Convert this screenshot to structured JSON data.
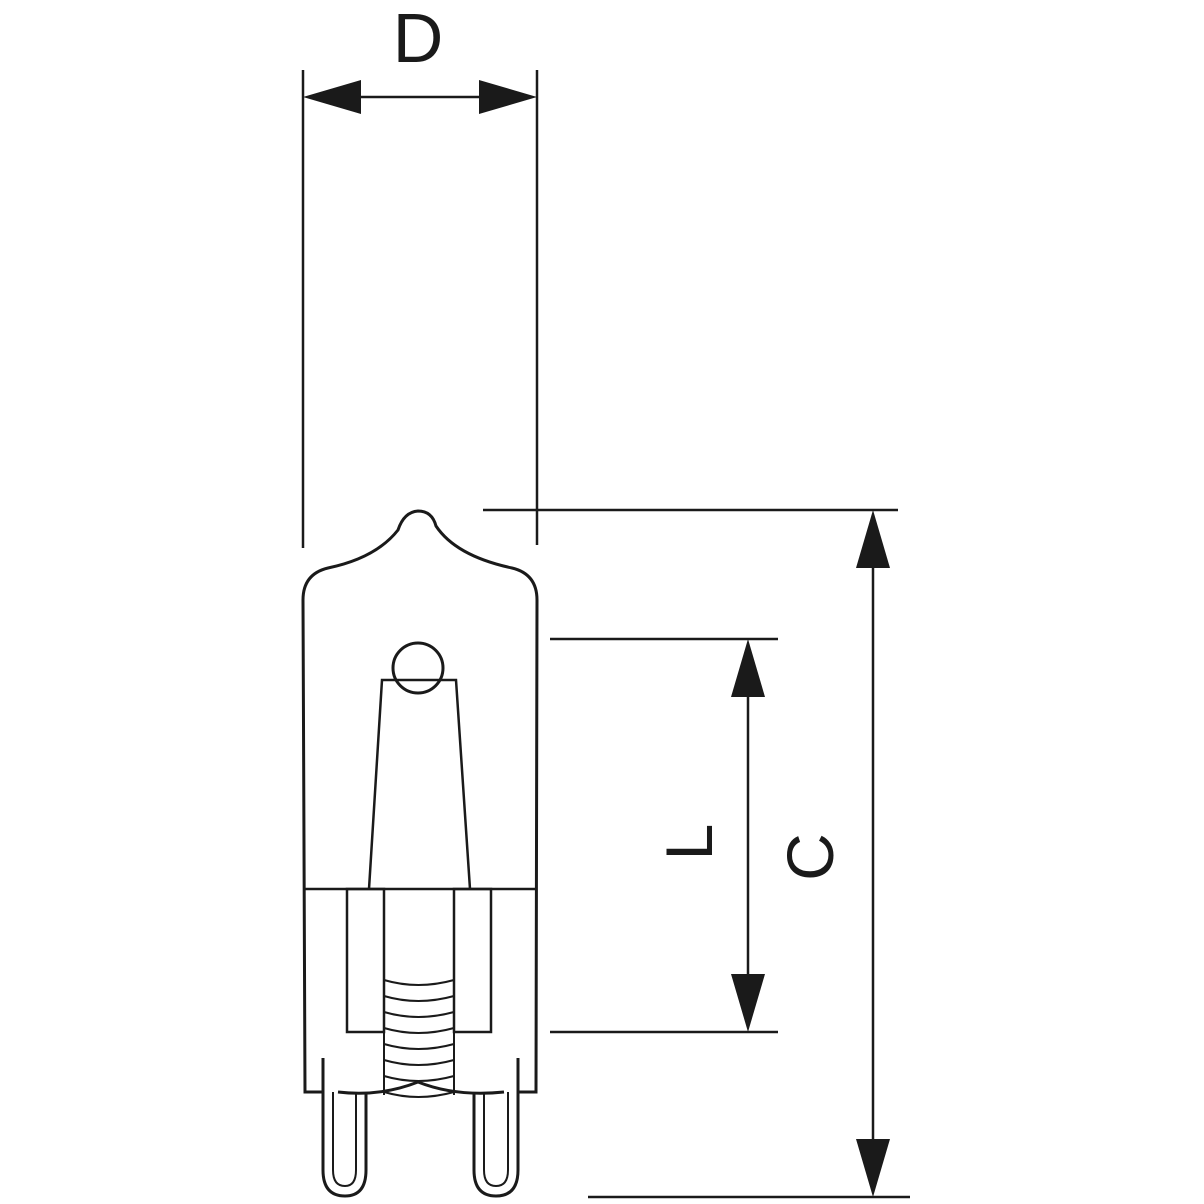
{
  "labels": {
    "diameter": "D",
    "light_center_length": "L",
    "overall_length": "C"
  },
  "colors": {
    "line": "#1a1a1a",
    "background": "#ffffff"
  }
}
